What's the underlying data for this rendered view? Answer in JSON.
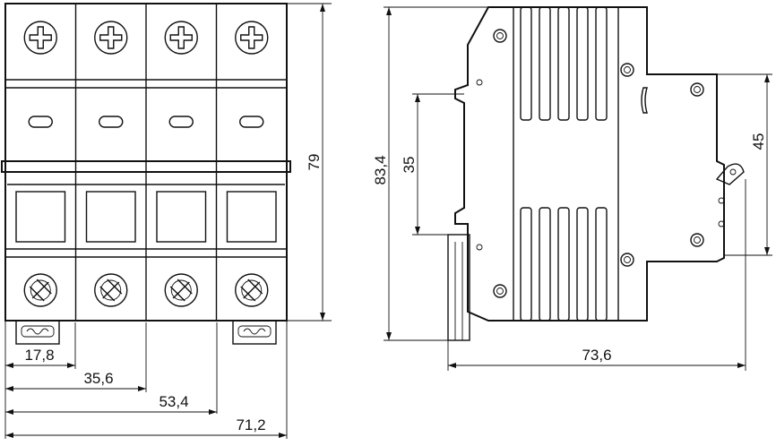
{
  "front_view": {
    "pole_count": 4,
    "dimensions": {
      "height": "79",
      "pole_width": "17,8",
      "two_poles": "35,6",
      "three_poles": "53,4",
      "four_poles": "71,2"
    }
  },
  "side_view": {
    "dimensions": {
      "overall_height": "83,4",
      "rail": "35",
      "front_height": "45",
      "depth": "73,6"
    }
  },
  "colors": {
    "line": "#111111",
    "background": "#ffffff"
  }
}
